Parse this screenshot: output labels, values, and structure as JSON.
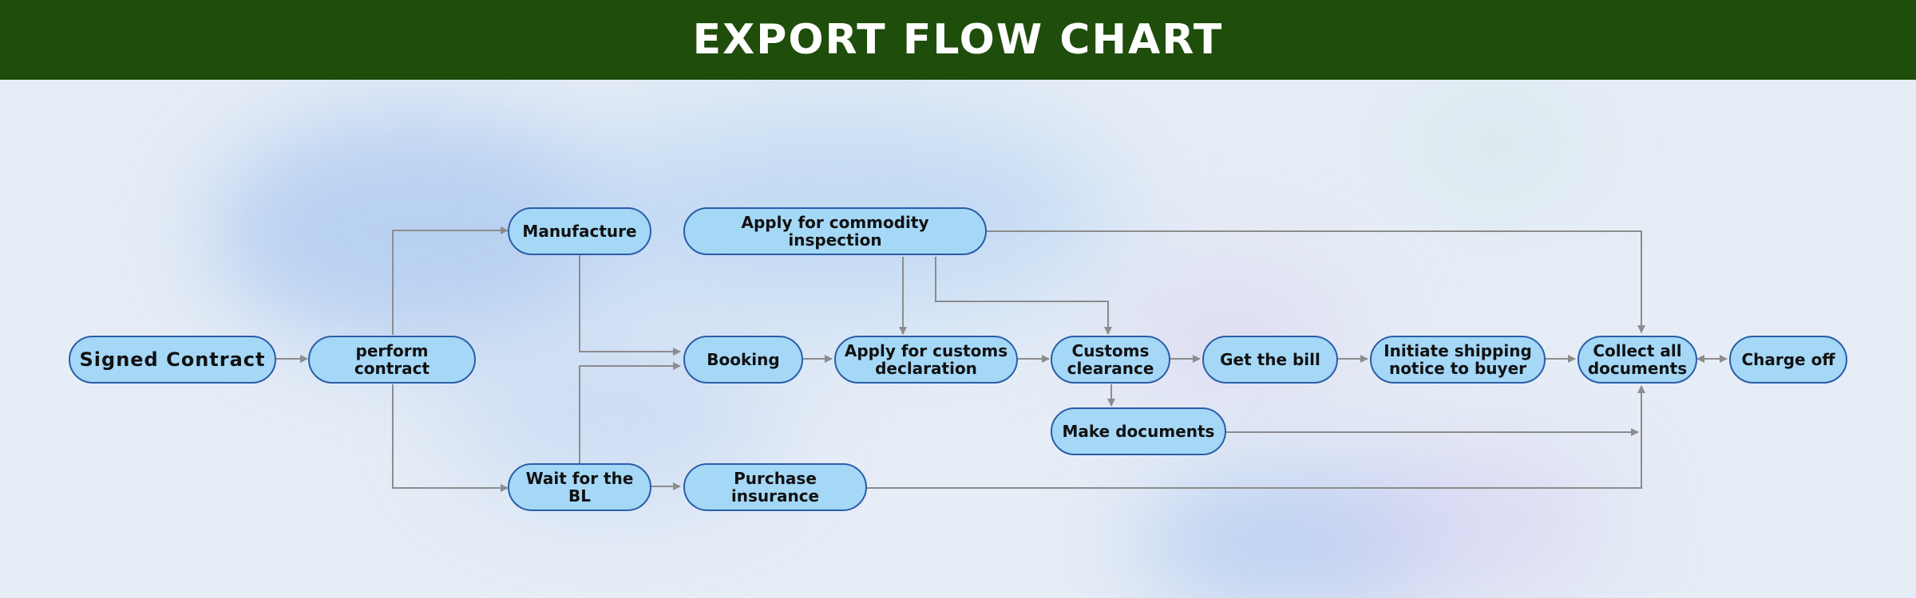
{
  "header": {
    "title": "EXPORT FLOW CHART"
  },
  "colors": {
    "header_bg": "#1f4d0b",
    "node_fill": "#a5d8f7",
    "node_border": "#2a5da8",
    "connector": "#8c8c8c",
    "background": "#e6edf6"
  },
  "nodes": {
    "signed_contract": "Signed Contract",
    "perform_contract": "perform contract",
    "manufacture": "Manufacture",
    "commodity_inspection": "Apply for commodity inspection",
    "booking": "Booking",
    "customs_declaration": "Apply for customs\ndeclaration",
    "customs_clearance": "Customs\nclearance",
    "get_bill": "Get the bill",
    "shipping_notice": "Initiate shipping\nnotice to buyer",
    "collect_documents": "Collect all\ndocuments",
    "charge_off": "Charge off",
    "make_documents": "Make documents",
    "wait_bl": "Wait for the BL",
    "purchase_insurance": "Purchase insurance"
  }
}
